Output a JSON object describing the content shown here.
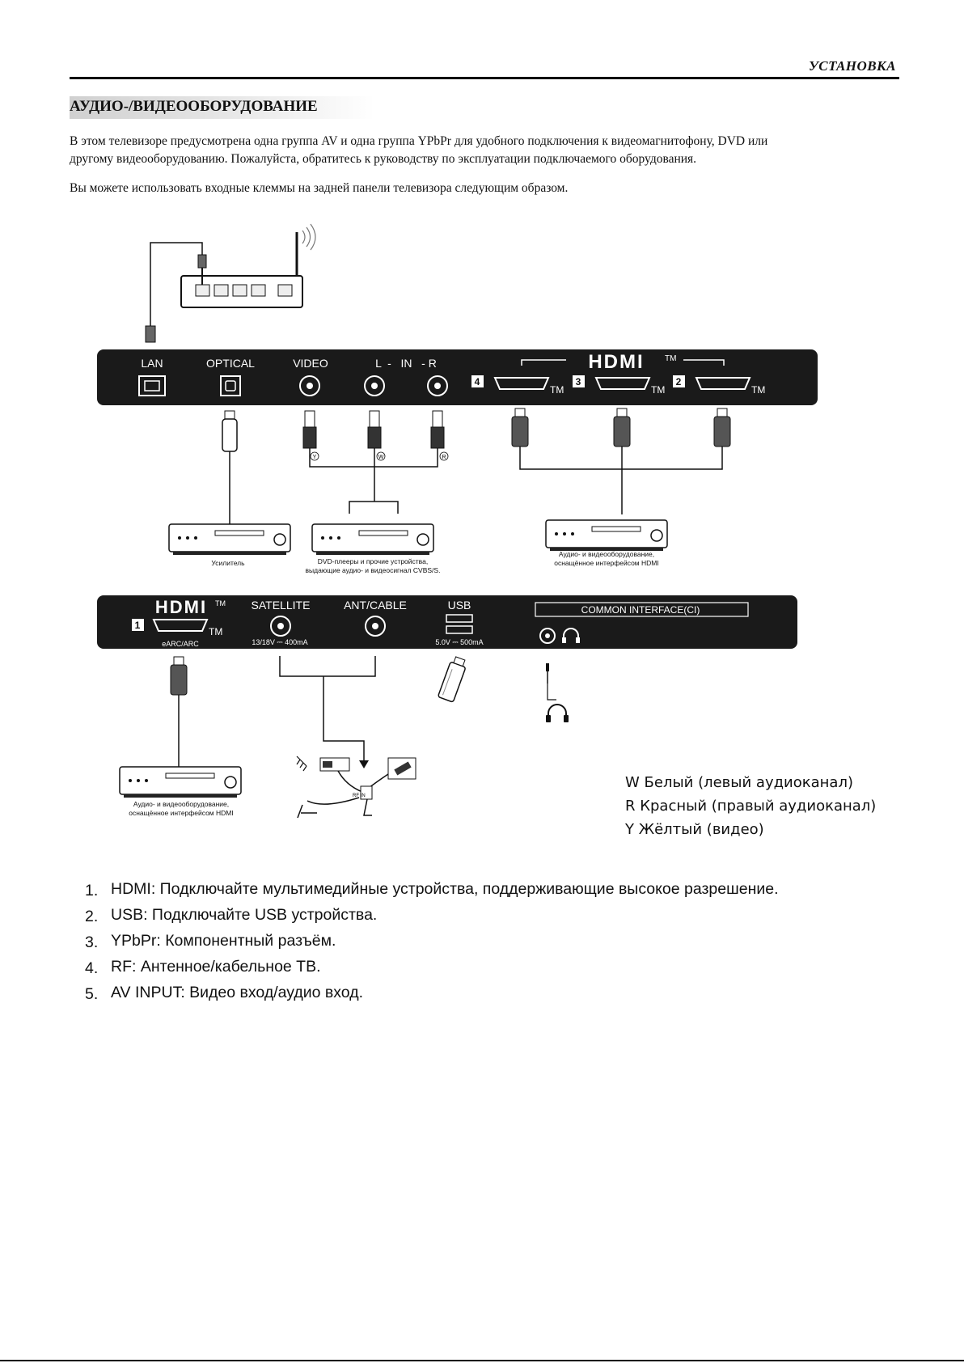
{
  "header": {
    "section": "УСТАНОВКА"
  },
  "section_title": "АУДИО-/ВИДЕООБОРУДОВАНИЕ",
  "intro": {
    "line1": "В этом телевизоре предусмотрена одна группа AV и одна группа YPbPr для удобного подключения к видеомагнитофону, DVD или",
    "line2": "другому видеооборудованию. Пожалуйста, обратитесь к руководству по эксплуатации подключаемого оборудования.",
    "line3": "Вы можете использовать входные клеммы на задней панели телевизора следующим образом."
  },
  "panel1": {
    "lan": "LAN",
    "optical": "OPTICAL",
    "video": "VIDEO",
    "audio": "L  -   IN   - R",
    "hdmi_logo": "HDMI",
    "tm": "TM",
    "ports": [
      "4",
      "3",
      "2"
    ],
    "plug_marks": [
      "Y",
      "W",
      "R"
    ]
  },
  "captions": {
    "amplifier": "Усилитель",
    "dvd_line1": "DVD-плееры и прочие устройства,",
    "dvd_line2": "выдающие аудио- и видеосигнал CVBS/S.",
    "hdmi_dev_line1": "Аудио- и видеооборудование,",
    "hdmi_dev_line2": "оснащённое интерфейсом HDMI"
  },
  "panel2": {
    "hdmi_logo": "HDMI",
    "tm": "TM",
    "port": "1",
    "earc": "eARC/ARC",
    "satellite": "SATELLITE",
    "satellite_spec": "13/18V ⎓ 400mA",
    "ant_cable": "ANT/CABLE",
    "usb": "USB",
    "usb_spec": "5.0V ⎓ 500mA",
    "ci": "COMMON INTERFACE(CI)"
  },
  "legend": [
    "W Белый (левый аудиоканал)",
    "R Красный (правый аудиоканал)",
    "Y Жёлтый (видео)"
  ],
  "list": [
    {
      "num": "1.",
      "text": "HDMI: Подключайте мультимедийные устройства, поддерживающие высокое разрешение."
    },
    {
      "num": "2.",
      "text": "USB: Подключайте USB устройства."
    },
    {
      "num": "3.",
      "text": "YPbPr: Компонентный разъём."
    },
    {
      "num": "4.",
      "text": "RF: Антенное/кабельное ТВ."
    },
    {
      "num": "5.",
      "text": "AV INPUT: Видео вход/аудио вход."
    }
  ]
}
